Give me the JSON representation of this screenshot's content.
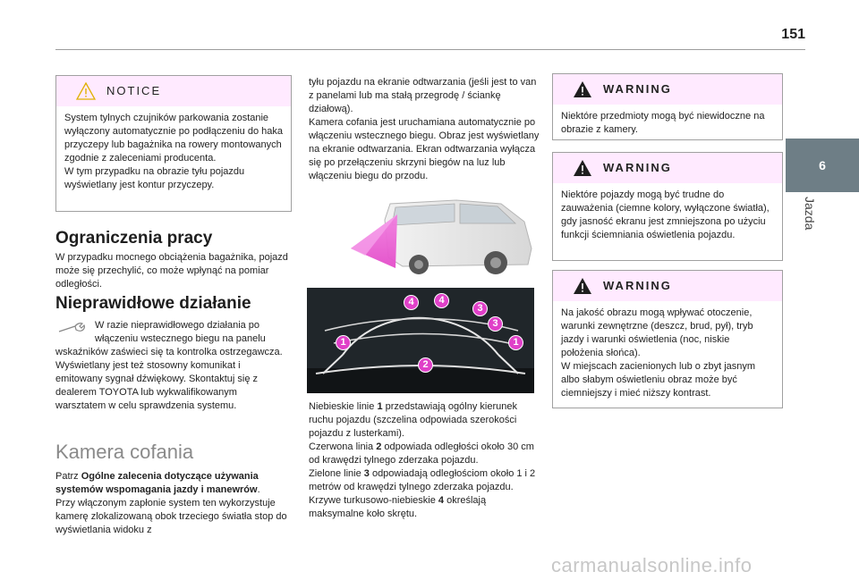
{
  "header": {
    "page_number": "151"
  },
  "side": {
    "tab_number": "6",
    "section_label": "Jazda"
  },
  "notice": {
    "title": "NOTICE",
    "text": "System tylnych czujników parkowania zostanie wyłączony automatycznie po podłączeniu do haka przyczepy lub bagażnika na rowery montowanych zgodnie z zaleceniami producenta.\nW tym przypadku na obrazie tyłu pojazdu wyświetlany jest kontur przyczepy."
  },
  "limits": {
    "heading": "Ograniczenia pracy",
    "text": "W przypadku mocnego obciążenia bagażnika, pojazd może się przechylić, co może wpłynąć na pomiar odległości."
  },
  "malfunction": {
    "heading": "Nieprawidłowe działanie",
    "text_first": "W razie nieprawidłowego działania po włączeniu wstecznego biegu na panelu",
    "text_rest": "wskaźników zaświeci się ta kontrolka ostrzegawcza. Wyświetlany jest też stosowny komunikat i emitowany sygnał dźwiękowy. Skontaktuj się z dealerem TOYOTA lub wykwalifikowanym warsztatem w celu sprawdzenia systemu.",
    "icon": "wrench-icon"
  },
  "camera": {
    "heading": "Kamera cofania",
    "text_pre": "Patrz ",
    "text_bold": "Ogólne zalecenia dotyczące używania systemów wspomagania jazdy i manewrów",
    "text_post": ".\nPrzy włączonym zapłonie system ten wykorzystuje kamerę zlokalizowaną obok trzeciego światła stop do wyświetlania widoku z"
  },
  "middle": {
    "top_text": "tyłu pojazdu na ekranie odtwarzania (jeśli jest to van z panelami lub ma stałą przegrodę / ściankę działową).\nKamera cofania jest uruchamiana automatycznie po włączeniu wstecznego biegu. Obraz jest wyświetlany na ekranie odtwarzania. Ekran odtwarzania wyłącza się po przełączeniu skrzyni biegów na luz lub włączeniu biegu do przodu.",
    "caption_lines": [
      {
        "pre": "Niebieskie linie ",
        "num": "1",
        "post": " przedstawiają ogólny kierunek ruchu pojazdu (szczelina odpowiada szerokości pojazdu z lusterkami)."
      },
      {
        "pre": "Czerwona linia ",
        "num": "2",
        "post": " odpowiada odległości około 30 cm od krawędzi tylnego zderzaka pojazdu."
      },
      {
        "pre": "Zielone linie ",
        "num": "3",
        "post": " odpowiadają odległościom około 1 i 2 metrów od krawędzi tylnego zderzaka pojazdu."
      },
      {
        "pre": "Krzywe turkusowo-niebieskie ",
        "num": "4",
        "post": " określają maksymalne koło skrętu."
      }
    ],
    "diagram_labels": [
      "4",
      "4",
      "3",
      "3",
      "1",
      "1",
      "2"
    ]
  },
  "warnings": [
    {
      "title": "WARNING",
      "text": "Niektóre przedmioty mogą być niewidoczne na obrazie z kamery."
    },
    {
      "title": "WARNING",
      "text": "Niektóre pojazdy mogą być trudne do zauważenia (ciemne kolory, wyłączone światła), gdy jasność ekranu jest zmniejszona po użyciu funkcji ściemniania oświetlenia pojazdu."
    },
    {
      "title": "WARNING",
      "text": "Na jakość obrazu mogą wpływać otoczenie, warunki zewnętrzne (deszcz, brud, pył), tryb jazdy i warunki oświetlenia (noc, niskie położenia słońca).\nW miejscach zacienionych lub o zbyt jasnym albo słabym oświetleniu obraz może być ciemniejszy i mieć niższy kontrast."
    }
  ],
  "footer": {
    "watermark": "carmanualsonline.info"
  },
  "colors": {
    "box_header": "#ffeaff",
    "accent_magenta": "#e040c8",
    "tab_gray": "#6e7e86"
  }
}
